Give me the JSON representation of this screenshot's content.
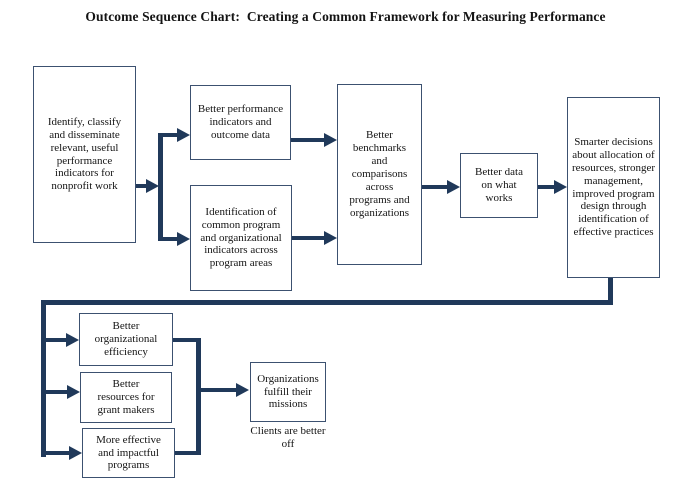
{
  "title": "Outcome Sequence Chart:  Creating a Common Framework for Measuring Performance",
  "colors": {
    "line": "#20395a",
    "box_border": "#3c5170",
    "text": "#141414",
    "background": "#ffffff"
  },
  "flowchart": {
    "identify": "Identify, classify and disseminate relevant, useful performance indicators for nonprofit work",
    "better_indicators": "Better performance indicators and outcome data",
    "identification": "Identification of common program and organizational indicators across program areas",
    "benchmarks": "Better benchmarks and comparisons across programs and organizations",
    "better_data": "Better data on what works",
    "smarter_decisions": "Smarter decisions about allocation of resources, stronger management, improved program design through identification of effective practices",
    "efficiency": "Better organizational efficiency",
    "resources": "Better resources for grant makers",
    "programs": "More effective and impactful programs",
    "missions": "Organizations fulfill their missions",
    "clients": "Clients are better off"
  }
}
